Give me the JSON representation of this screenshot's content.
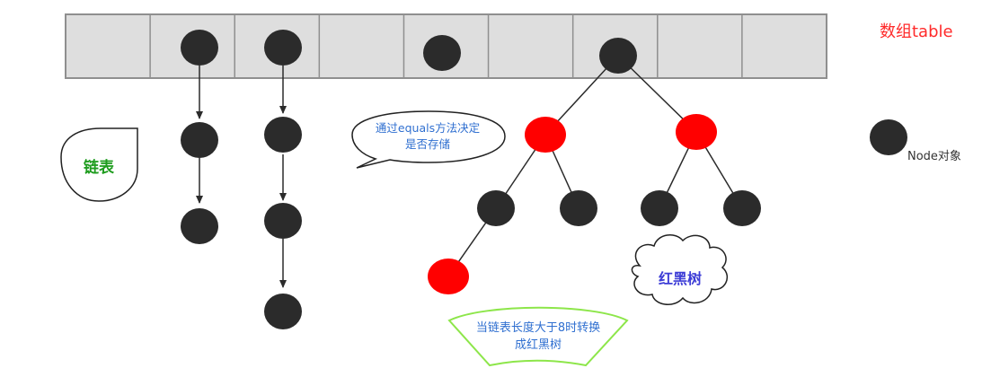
{
  "labels": {
    "array_table": "数组table",
    "linked_list": "链表",
    "equals_note_line1": "通过equals方法决定",
    "equals_note_line2": "是否存储",
    "node_object": "Node对象",
    "red_black_tree": "红黑树",
    "convert_note_line1": "当链表长度大于8时转换",
    "convert_note_line2": "成红黑树"
  },
  "array": {
    "slot_count": 9,
    "slots_with_nodes": [
      1,
      2,
      4,
      6
    ]
  },
  "colors": {
    "node_black": "#2b2b2b",
    "node_red": "#ff0000",
    "array_fill": "#dedede",
    "array_stroke": "#8f8f8f",
    "title_red": "#ff2a2a",
    "label_green": "#1e9c1e",
    "label_blue": "#2f6fd0",
    "tree_label_blue": "#3d3dd6",
    "convert_border": "#8de64a"
  }
}
